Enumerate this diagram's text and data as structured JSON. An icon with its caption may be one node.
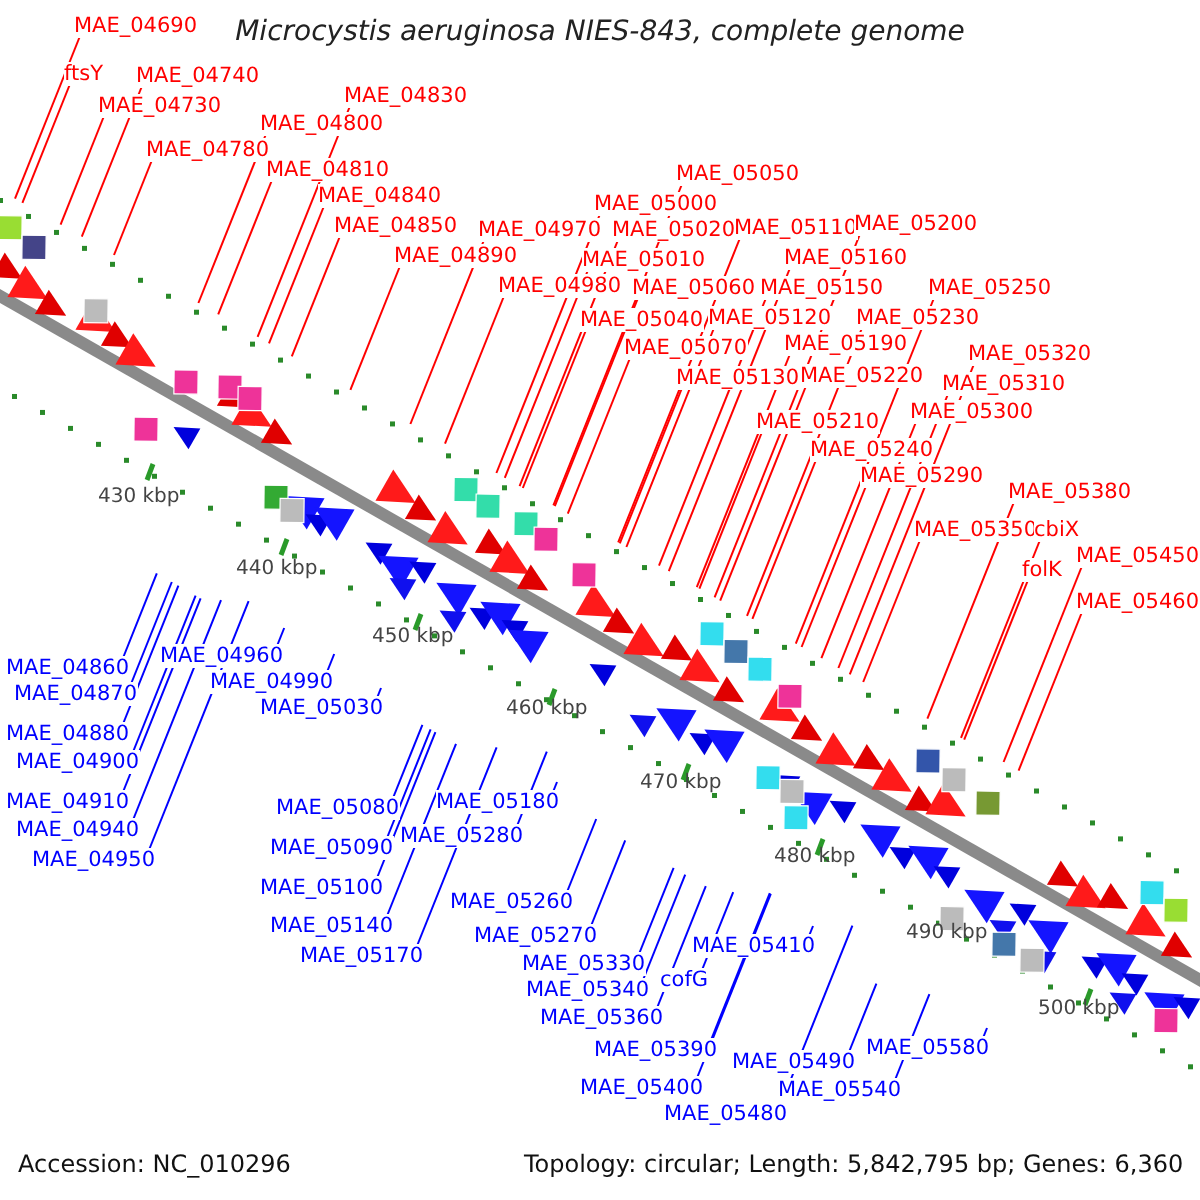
{
  "diagram": {
    "title": "Microcystis aeruginosa NIES-843, complete genome",
    "nodes": [
      {
        "text": [
          "MAE_04690"
        ]
      },
      {
        "text": [
          "ftsY"
        ]
      },
      {
        "text": [
          "MAE_04740"
        ]
      },
      {
        "text": [
          "MAE_04730"
        ]
      },
      {
        "text": [
          "MAE_04780"
        ]
      },
      {
        "text": [
          "MAE_04800"
        ]
      },
      {
        "text": [
          "MAE_04830"
        ]
      },
      {
        "text": [
          "MAE_04810"
        ]
      },
      {
        "text": [
          "MAE_04840"
        ]
      },
      {
        "text": [
          "MAE_04850"
        ]
      },
      {
        "text": [
          "MAE_04890"
        ]
      },
      {
        "text": [
          "MAE_04970"
        ]
      },
      {
        "text": [
          "MAE_04980"
        ]
      },
      {
        "text": [
          "MAE_05050"
        ]
      },
      {
        "text": [
          "MAE_05000"
        ]
      },
      {
        "text": [
          "MAE_05020"
        ]
      },
      {
        "text": [
          "MAE_05010"
        ]
      },
      {
        "text": [
          "MAE_05060"
        ]
      },
      {
        "text": [
          "MAE_05040"
        ]
      },
      {
        "text": [
          "MAE_05070"
        ]
      },
      {
        "text": [
          "MAE_05110"
        ]
      },
      {
        "text": [
          "MAE_05160"
        ]
      },
      {
        "text": [
          "MAE_05150"
        ]
      },
      {
        "text": [
          "MAE_05120"
        ]
      },
      {
        "text": [
          "MAE_05130"
        ]
      },
      {
        "text": [
          "MAE_05200"
        ]
      },
      {
        "text": [
          "MAE_05190"
        ]
      },
      {
        "text": [
          "MAE_05230"
        ]
      },
      {
        "text": [
          "MAE_05220"
        ]
      },
      {
        "text": [
          "MAE_05210"
        ]
      },
      {
        "text": [
          "MAE_05240"
        ]
      },
      {
        "text": [
          "MAE_05250"
        ]
      },
      {
        "text": [
          "MAE_05320"
        ]
      },
      {
        "text": [
          "MAE_05310"
        ]
      },
      {
        "text": [
          "MAE_05300"
        ]
      },
      {
        "text": [
          "MAE_05290"
        ]
      },
      {
        "text": [
          "MAE_05380"
        ]
      },
      {
        "text": [
          "MAE_05350"
        ]
      },
      {
        "text": [
          "cbiX"
        ]
      },
      {
        "text": [
          "folK"
        ]
      },
      {
        "text": [
          "MAE_05450"
        ]
      },
      {
        "text": [
          "MAE_05460"
        ]
      },
      {
        "text": [
          "MAE_04860"
        ]
      },
      {
        "text": [
          "MAE_04870"
        ]
      },
      {
        "text": [
          "MAE_04880"
        ]
      },
      {
        "text": [
          "MAE_04900"
        ]
      },
      {
        "text": [
          "MAE_04910"
        ]
      },
      {
        "text": [
          "MAE_04940"
        ]
      },
      {
        "text": [
          "MAE_04950"
        ]
      },
      {
        "text": [
          "MAE_04960"
        ]
      },
      {
        "text": [
          "MAE_04990"
        ]
      },
      {
        "text": [
          "MAE_05030"
        ]
      },
      {
        "text": [
          "MAE_05080"
        ]
      },
      {
        "text": [
          "MAE_05090"
        ]
      },
      {
        "text": [
          "MAE_05100"
        ]
      },
      {
        "text": [
          "MAE_05140"
        ]
      },
      {
        "text": [
          "MAE_05170"
        ]
      },
      {
        "text": [
          "MAE_05180"
        ]
      },
      {
        "text": [
          "MAE_05260"
        ]
      },
      {
        "text": [
          "MAE_05270"
        ]
      },
      {
        "text": [
          "MAE_05280"
        ]
      },
      {
        "text": [
          "MAE_05330"
        ]
      },
      {
        "text": [
          "MAE_05340"
        ]
      },
      {
        "text": [
          "MAE_05360"
        ]
      },
      {
        "text": [
          "MAE_05390"
        ]
      },
      {
        "text": [
          "MAE_05400"
        ]
      },
      {
        "text": [
          "MAE_05480"
        ]
      },
      {
        "text": [
          "cofG"
        ]
      },
      {
        "text": [
          "MAE_05410"
        ]
      },
      {
        "text": [
          "MAE_05490"
        ]
      },
      {
        "text": [
          "MAE_05540"
        ]
      },
      {
        "text": [
          "MAE_05580"
        ]
      }
    ],
    "edges": [
      {
        "from": 0,
        "to": null,
        "arrow": "none"
      },
      {
        "from": 1,
        "to": null,
        "arrow": "none"
      },
      {
        "from": 2,
        "to": null,
        "arrow": "none"
      },
      {
        "from": 3,
        "to": null,
        "arrow": "none"
      },
      {
        "from": 4,
        "to": null,
        "arrow": "none"
      },
      {
        "from": 5,
        "to": null,
        "arrow": "none"
      },
      {
        "from": 6,
        "to": null,
        "arrow": "none"
      },
      {
        "from": 7,
        "to": null,
        "arrow": "none"
      },
      {
        "from": 8,
        "to": null,
        "arrow": "none"
      },
      {
        "from": 9,
        "to": null,
        "arrow": "none"
      },
      {
        "from": 10,
        "to": null,
        "arrow": "none"
      },
      {
        "from": 11,
        "to": null,
        "arrow": "none"
      },
      {
        "from": 12,
        "to": null,
        "arrow": "none"
      },
      {
        "from": 13,
        "to": null,
        "arrow": "none"
      },
      {
        "from": 14,
        "to": null,
        "arrow": "none"
      },
      {
        "from": 15,
        "to": null,
        "arrow": "none"
      },
      {
        "from": 16,
        "to": null,
        "arrow": "none"
      },
      {
        "from": 17,
        "to": null,
        "arrow": "none"
      },
      {
        "from": 18,
        "to": null,
        "arrow": "none"
      },
      {
        "from": 19,
        "to": null,
        "arrow": "none"
      },
      {
        "from": 20,
        "to": null,
        "arrow": "none"
      },
      {
        "from": 21,
        "to": null,
        "arrow": "none"
      },
      {
        "from": 22,
        "to": null,
        "arrow": "none"
      },
      {
        "from": 23,
        "to": null,
        "arrow": "none"
      },
      {
        "from": 24,
        "to": null,
        "arrow": "none"
      },
      {
        "from": 25,
        "to": null,
        "arrow": "none"
      },
      {
        "from": 26,
        "to": null,
        "arrow": "none"
      },
      {
        "from": 27,
        "to": null,
        "arrow": "none"
      },
      {
        "from": 28,
        "to": null,
        "arrow": "none"
      },
      {
        "from": 29,
        "to": null,
        "arrow": "none"
      },
      {
        "from": 30,
        "to": null,
        "arrow": "none"
      },
      {
        "from": 31,
        "to": null,
        "arrow": "none"
      },
      {
        "from": 32,
        "to": null,
        "arrow": "none"
      },
      {
        "from": 33,
        "to": null,
        "arrow": "none"
      },
      {
        "from": 34,
        "to": null,
        "arrow": "none"
      },
      {
        "from": 35,
        "to": null,
        "arrow": "none"
      },
      {
        "from": 36,
        "to": null,
        "arrow": "none"
      },
      {
        "from": 37,
        "to": null,
        "arrow": "none"
      },
      {
        "from": 38,
        "to": null,
        "arrow": "none"
      },
      {
        "from": 39,
        "to": null,
        "arrow": "none"
      },
      {
        "from": 40,
        "to": null,
        "arrow": "none"
      },
      {
        "from": 41,
        "to": null,
        "arrow": "none"
      },
      {
        "from": 42,
        "to": null,
        "arrow": "none",
        "color": "#0000ff"
      },
      {
        "from": 43,
        "to": null,
        "arrow": "none",
        "color": "#0000ff"
      },
      {
        "from": 44,
        "to": null,
        "arrow": "none",
        "color": "#0000ff"
      },
      {
        "from": 45,
        "to": null,
        "arrow": "none",
        "color": "#0000ff"
      },
      {
        "from": 46,
        "to": null,
        "arrow": "none",
        "color": "#0000ff"
      },
      {
        "from": 47,
        "to": null,
        "arrow": "none",
        "color": "#0000ff"
      },
      {
        "from": 48,
        "to": null,
        "arrow": "none",
        "color": "#0000ff"
      },
      {
        "from": 49,
        "to": null,
        "arrow": "none",
        "color": "#0000ff"
      },
      {
        "from": 50,
        "to": null,
        "arrow": "none",
        "color": "#0000ff"
      },
      {
        "from": 51,
        "to": null,
        "arrow": "none",
        "color": "#0000ff"
      },
      {
        "from": 52,
        "to": null,
        "arrow": "none",
        "color": "#0000ff"
      },
      {
        "from": 53,
        "to": null,
        "arrow": "none",
        "color": "#0000ff"
      },
      {
        "from": 54,
        "to": null,
        "arrow": "none",
        "color": "#0000ff"
      },
      {
        "from": 55,
        "to": null,
        "arrow": "none",
        "color": "#0000ff"
      },
      {
        "from": 56,
        "to": null,
        "arrow": "none",
        "color": "#0000ff"
      },
      {
        "from": 57,
        "to": null,
        "arrow": "none",
        "color": "#0000ff"
      },
      {
        "from": 58,
        "to": null,
        "arrow": "none",
        "color": "#0000ff"
      },
      {
        "from": 59,
        "to": null,
        "arrow": "none",
        "color": "#0000ff"
      },
      {
        "from": 60,
        "to": null,
        "arrow": "none",
        "color": "#0000ff"
      },
      {
        "from": 61,
        "to": null,
        "arrow": "none",
        "color": "#0000ff"
      },
      {
        "from": 62,
        "to": null,
        "arrow": "none",
        "color": "#0000ff"
      },
      {
        "from": 63,
        "to": null,
        "arrow": "none",
        "color": "#0000ff"
      },
      {
        "from": 64,
        "to": null,
        "arrow": "none",
        "color": "#0000ff"
      },
      {
        "from": 65,
        "to": null,
        "arrow": "none",
        "color": "#0000ff"
      },
      {
        "from": 66,
        "to": null,
        "arrow": "none",
        "color": "#0000ff"
      },
      {
        "from": 67,
        "to": null,
        "arrow": "none",
        "color": "#0000ff"
      },
      {
        "from": 68,
        "to": null,
        "arrow": "none",
        "color": "#0000ff"
      },
      {
        "from": 69,
        "to": null,
        "arrow": "none",
        "color": "#0000ff"
      },
      {
        "from": 70,
        "to": null,
        "arrow": "none",
        "color": "#0000ff"
      },
      {
        "from": 71,
        "to": null,
        "arrow": "none",
        "color": "#0000ff"
      }
    ],
    "labels": [
      "430 kbp",
      "440 kbp",
      "450 kbp",
      "460 kbp",
      "470 kbp",
      "480 kbp",
      "490 kbp",
      "500 kbp",
      "Accession: NC_010296",
      "Topology: circular; Length: 5,842,795 bp; Genes: 6,360"
    ]
  }
}
